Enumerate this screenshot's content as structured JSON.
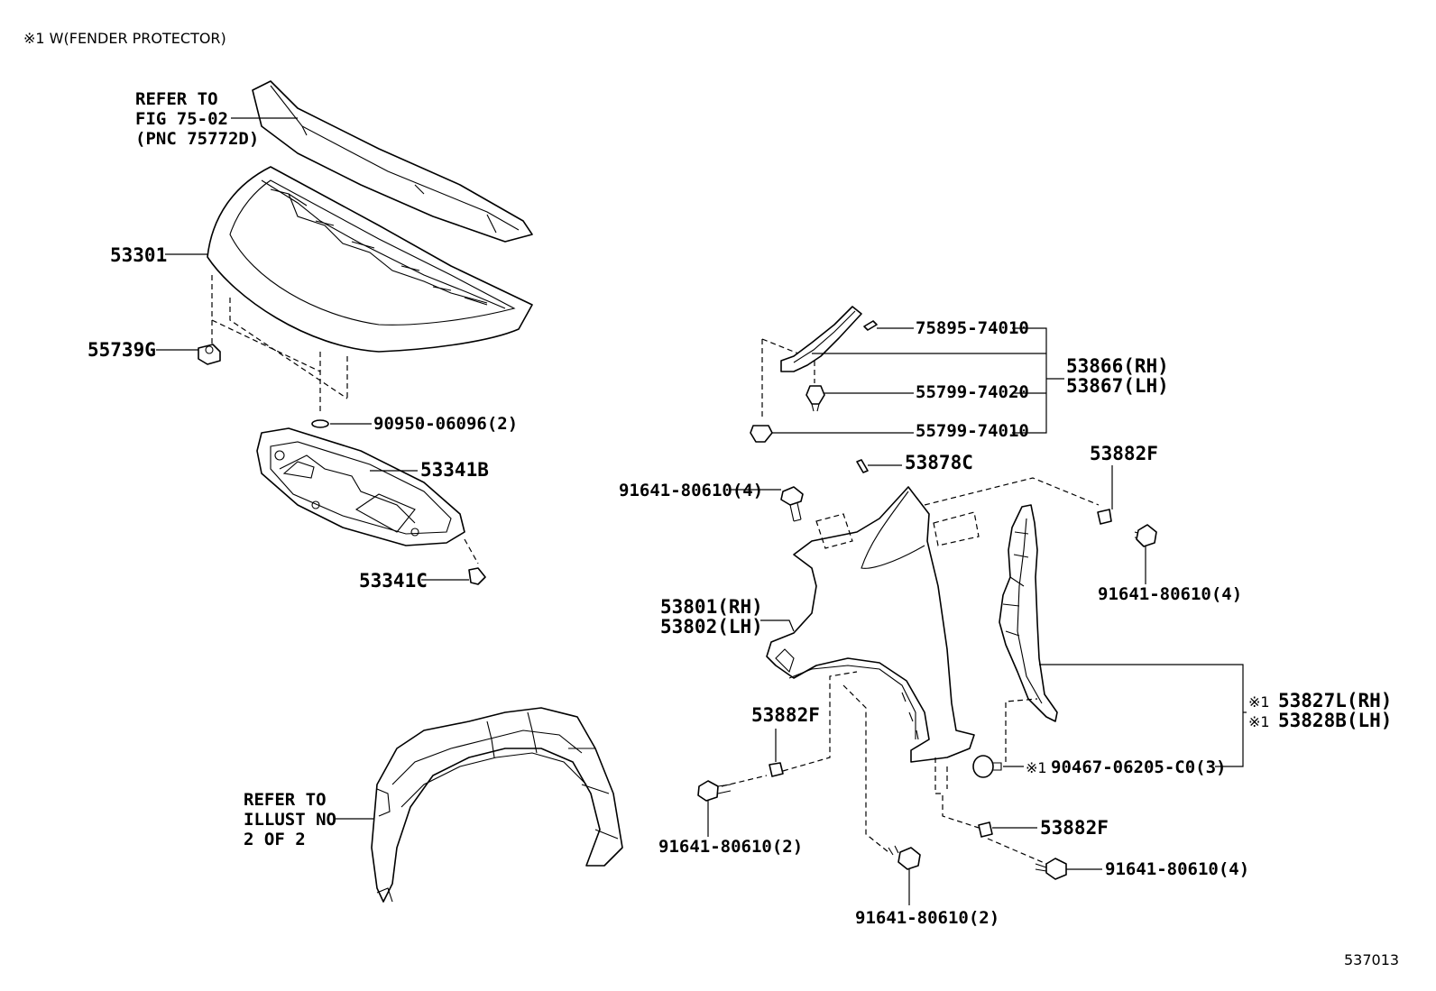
{
  "header": {
    "note": "※1 W(FENDER PROTECTOR)"
  },
  "refs": {
    "fig_line1": "REFER TO",
    "fig_line2": "FIG 75-02",
    "fig_line3": "(PNC 75772D)",
    "illust_line1": "REFER TO",
    "illust_line2": "ILLUST NO",
    "illust_line3": "2 OF 2"
  },
  "labels": {
    "hood": "53301",
    "hood_cushion": "55739G",
    "plug": "90950-06096(2)",
    "insulator": "53341B",
    "insulator_clip": "53341C",
    "seal": "75895-74010",
    "clip_a": "55799-74020",
    "clip_b": "55799-74010",
    "fender_seal_rh": "53866(RH)",
    "fender_seal_lh": "53867(LH)",
    "fender_cushion": "53878C",
    "bolt_top": "91641-80610(4)",
    "nut_right_top": "53882F",
    "bolt_right_top": "91641-80610(4)",
    "fender_rh": "53801(RH)",
    "fender_lh": "53802(LH)",
    "nut_left": "53882F",
    "bolt_left": "91641-80610(2)",
    "protector_rh": "53827L(RH)",
    "protector_lh": "53828B(LH)",
    "protector_mark_rh": "※1",
    "protector_mark_lh": "※1",
    "protector_clip_mark": "※1",
    "protector_clip": "90467-06205-C0(3)",
    "nut_bottom": "53882F",
    "bolt_bottom_right": "91641-80610(4)",
    "bolt_bottom": "91641-80610(2)"
  },
  "footer": {
    "diagram_id": "537013"
  }
}
